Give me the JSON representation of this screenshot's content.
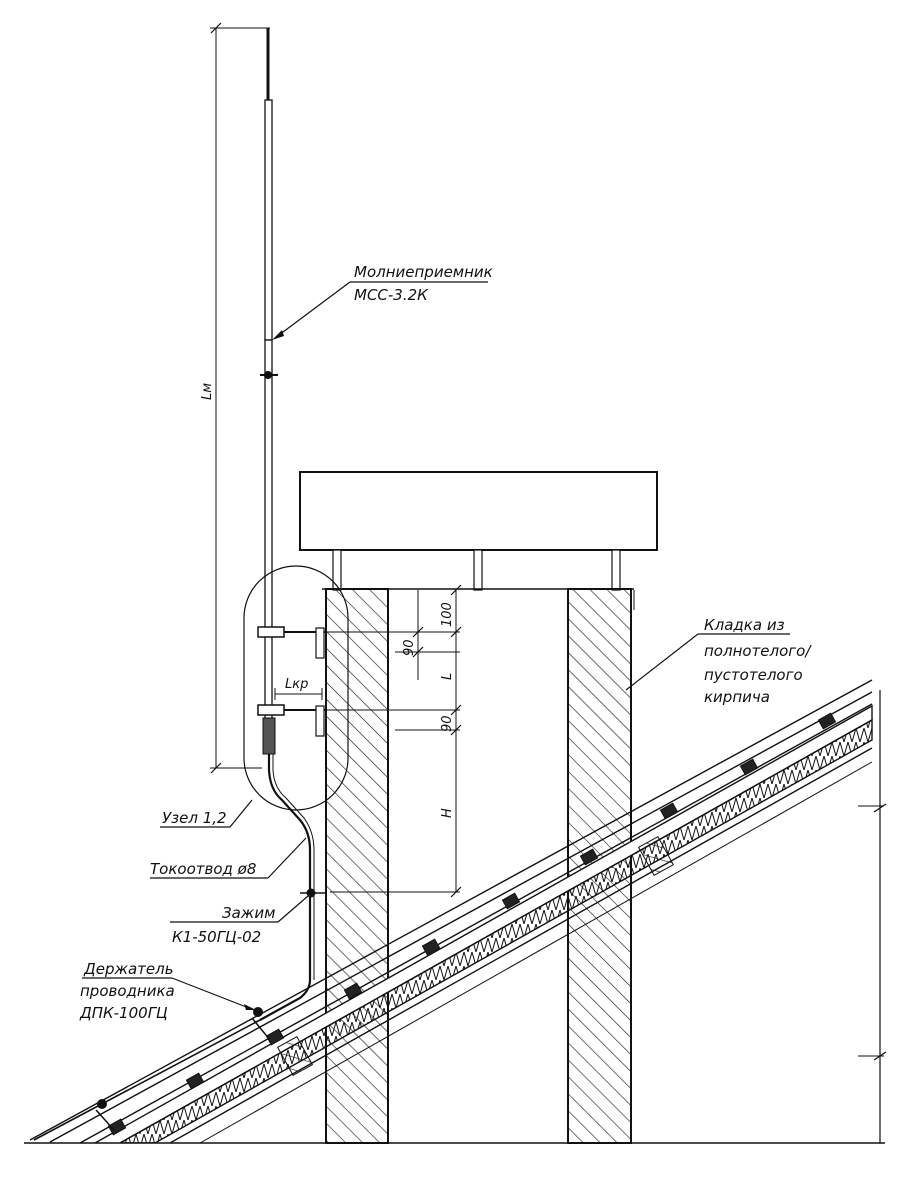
{
  "labels": {
    "lightning_rod": {
      "line1": "Молниеприемник",
      "line2": "МСС-3.2К"
    },
    "masonry": {
      "line1": "Кладка  из",
      "line2": "полнотелого/",
      "line3": "пустотелого",
      "line4": "кирпича"
    },
    "node": "Узел 1,2",
    "down_conductor": "Токоотвод ø8",
    "clamp": {
      "line1": "Зажим",
      "line2": "К1-50ГЦ-02"
    },
    "holder": {
      "line1": "Держатель",
      "line2": "проводника",
      "line3": "ДПК-100ГЦ"
    }
  },
  "dimensions": {
    "lm": "Lм",
    "lkp": "Lкр",
    "d100": "100",
    "d90_top": "90",
    "dl": "L",
    "d90_bottom": "90",
    "dh": "H"
  }
}
